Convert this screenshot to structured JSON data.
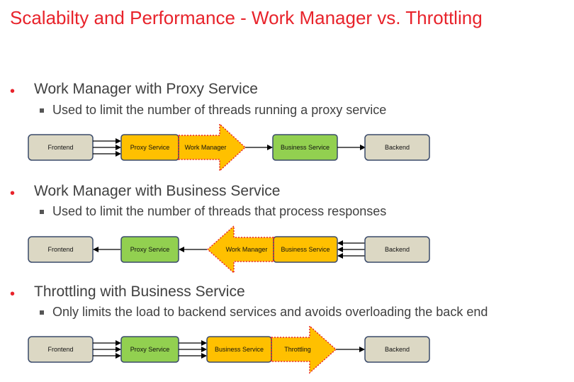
{
  "title": "Scalabilty and Performance - Work Manager vs. Throttling",
  "sections": [
    {
      "heading": "Work Manager with Proxy Service",
      "sub": "Used to limit the number of threads running a proxy service",
      "labels": {
        "frontend": "Frontend",
        "proxy": "Proxy Service",
        "wm": "Work Manager",
        "business": "Business Service",
        "backend": "Backend"
      }
    },
    {
      "heading": "Work Manager with Business Service",
      "sub": "Used to limit the number of threads that process responses",
      "labels": {
        "frontend": "Frontend",
        "proxy": "Proxy Service",
        "wm": "Work Manager",
        "business": "Business Service",
        "backend": "Backend"
      }
    },
    {
      "heading": "Throttling with Business Service",
      "sub": "Only limits the load to backend services and avoids overloading the back end",
      "labels": {
        "frontend": "Frontend",
        "proxy": "Proxy Service",
        "business": "Business Service",
        "throttling": "Throttling",
        "backend": "Backend"
      }
    }
  ],
  "colors": {
    "title": "#e8232b",
    "frontend": "#dcd8c4",
    "proxy_yellow": "#ffc000",
    "green": "#92d050",
    "backend": "#dcd8c4",
    "dotted_outline": "#e8232b"
  }
}
